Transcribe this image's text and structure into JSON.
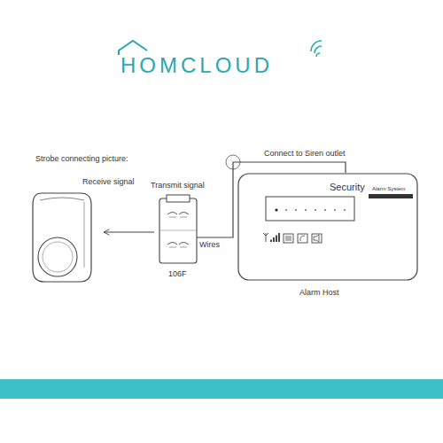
{
  "diagram": {
    "title": "Strobe connecting picture:",
    "nodes": [
      {
        "text": [
          "Receive signal"
        ]
      },
      {
        "text": [
          "Transmit signal",
          "106F"
        ]
      },
      {
        "text": [
          "Security",
          "Alarm System",
          "Alarm Host"
        ]
      }
    ],
    "edges": [
      {
        "from": 1,
        "to": 0,
        "arrow": "to"
      },
      {
        "from": 2,
        "to": 1,
        "label": "Wires",
        "arrow": "none"
      }
    ],
    "labels": [
      "HOMCLOUD",
      "Connect to Siren outlet"
    ]
  }
}
